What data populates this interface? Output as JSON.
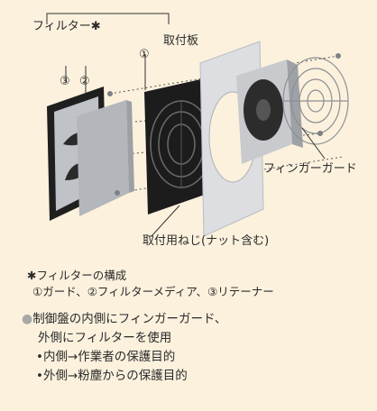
{
  "labels": {
    "filter": "フィルター",
    "filter_star": "✱",
    "mount_plate": "取付板",
    "finger_guard": "フィンガーガード",
    "mount_screws": "取付用ねじ(ナット含む)",
    "n1": "①",
    "n2": "②",
    "n3": "③"
  },
  "notes": {
    "star": "✱",
    "title": "フィルターの構成",
    "components": "①ガード、②フィルターメディア、③リテーナー"
  },
  "usage": {
    "bullet": "●",
    "line1": "制御盤の内側にフィンガーガード、",
    "line2": "外側にフィルターを使用",
    "point1": "•内側→作業者の保護目的",
    "point2": "•外側→粉塵からの保護目的"
  },
  "colors": {
    "background": "#fbf1dd",
    "plate": "#dfe1e4",
    "guard": "#262626",
    "media": "#bdc0c4",
    "bullet": "#a8a8a8"
  }
}
